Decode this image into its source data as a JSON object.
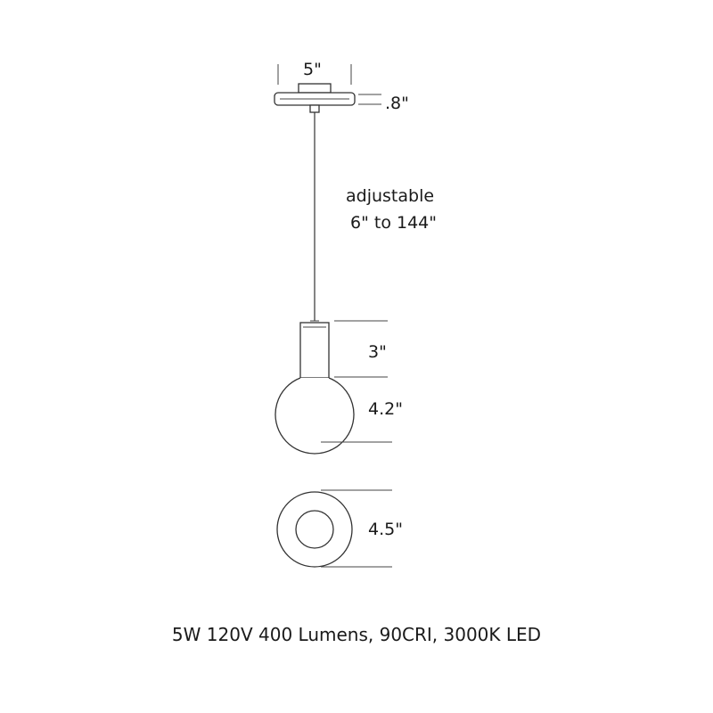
{
  "dimensions": {
    "canopy_width": "5\"",
    "canopy_height": ".8\"",
    "cord_label_line1": "adjustable",
    "cord_label_line2": "6\" to 144\"",
    "neck_height": "3\"",
    "globe_height": "4.2\"",
    "globe_diameter": "4.5\""
  },
  "specs": {
    "text": "5W 120V 400 Lumens, 90CRI, 3000K LED"
  }
}
